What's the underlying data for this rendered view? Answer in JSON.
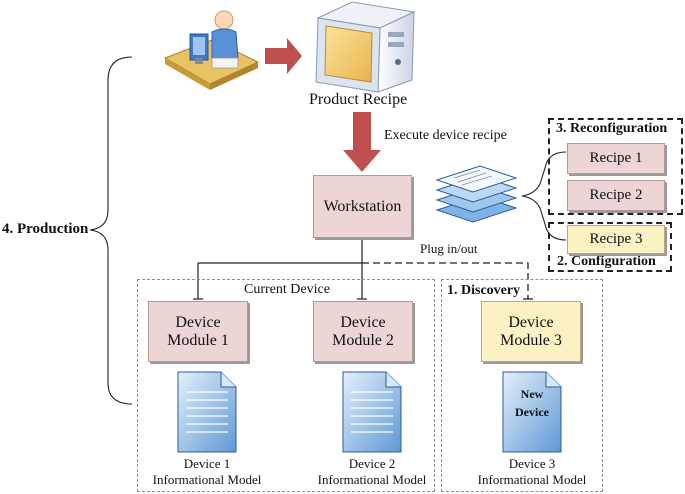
{
  "nodes": {
    "product_recipe": "Product Recipe",
    "workstation": "Workstation",
    "module1": [
      "Device",
      "Module 1"
    ],
    "module2": [
      "Device",
      "Module 2"
    ],
    "module3": [
      "Device",
      "Module 3"
    ],
    "recipe1": "Recipe 1",
    "recipe2": "Recipe 2",
    "recipe3": "Recipe 3"
  },
  "labels": {
    "execute": "Execute device recipe",
    "plug": "Plug in/out",
    "current_device": "Current Device",
    "discovery": "1. Discovery",
    "configuration": "2. Configuration",
    "reconfiguration": "3. Reconfiguration",
    "production": "4. Production",
    "new_device": [
      "New",
      "Device"
    ]
  },
  "models": {
    "device1": [
      "Device 1",
      "Informational Model"
    ],
    "device2": [
      "Device 2",
      "Informational Model"
    ],
    "device3": [
      "Device 3",
      "Informational Model"
    ]
  },
  "colors": {
    "module_fill": "#eed5d5",
    "new_module_fill": "#fbf1c2",
    "arrow": "#c0504d",
    "doc_blue": "#7fb2e5"
  },
  "icons": [
    "operator-at-computer-icon",
    "computer-tower-icon",
    "document-stack-icon",
    "document-icon"
  ]
}
